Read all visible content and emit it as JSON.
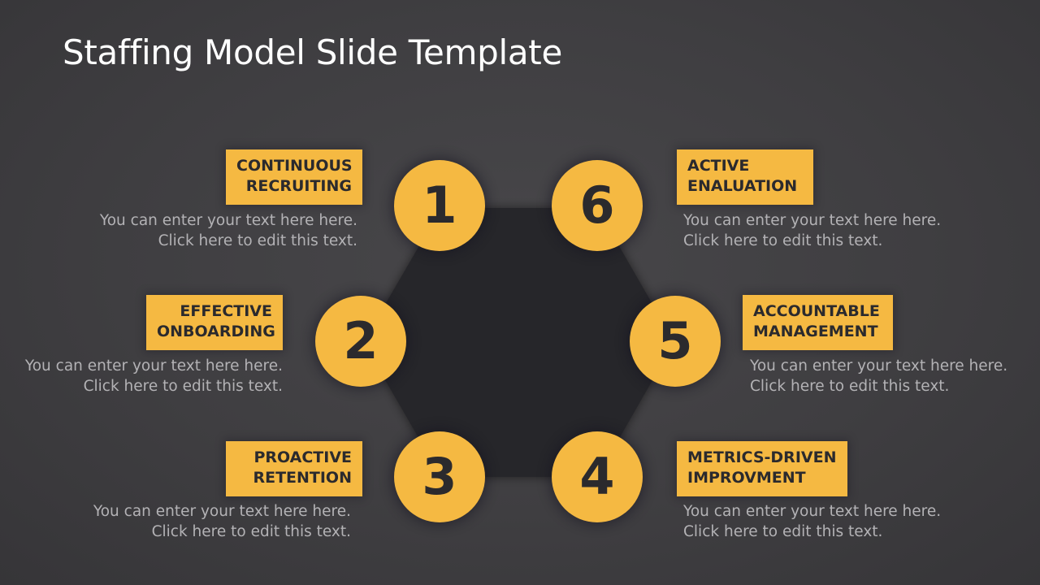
{
  "slide": {
    "title": "Staffing Model Slide Template"
  },
  "steps": [
    {
      "number": "1",
      "label_line1": "CONTINUOUS",
      "label_line2": "RECRUITING",
      "desc_line1": "You can enter your text here here.",
      "desc_line2": "Click here to edit this text."
    },
    {
      "number": "2",
      "label_line1": "EFFECTIVE",
      "label_line2": "ONBOARDING",
      "desc_line1": "You can enter your text here here.",
      "desc_line2": "Click here to edit this text."
    },
    {
      "number": "3",
      "label_line1": "PROACTIVE",
      "label_line2": "RETENTION",
      "desc_line1": "You can enter your text here here.",
      "desc_line2": "Click here to edit this text."
    },
    {
      "number": "4",
      "label_line1": "METRICS-DRIVEN",
      "label_line2": "IMPROVMENT",
      "desc_line1": "You can enter your text here here.",
      "desc_line2": "Click here to edit this text."
    },
    {
      "number": "5",
      "label_line1": "ACCOUNTABLE",
      "label_line2": "MANAGEMENT",
      "desc_line1": "You can enter your text here here.",
      "desc_line2": "Click here to edit this text."
    },
    {
      "number": "6",
      "label_line1": "ACTIVE",
      "label_line2": "ENALUATION",
      "desc_line1": "You can enter your text here here.",
      "desc_line2": "Click here to edit this text."
    }
  ],
  "colors": {
    "accent": "#f5b942",
    "hexagon": "#28272a",
    "background": "#404043",
    "title_text": "#ffffff",
    "desc_text": "#b3b2b5"
  }
}
